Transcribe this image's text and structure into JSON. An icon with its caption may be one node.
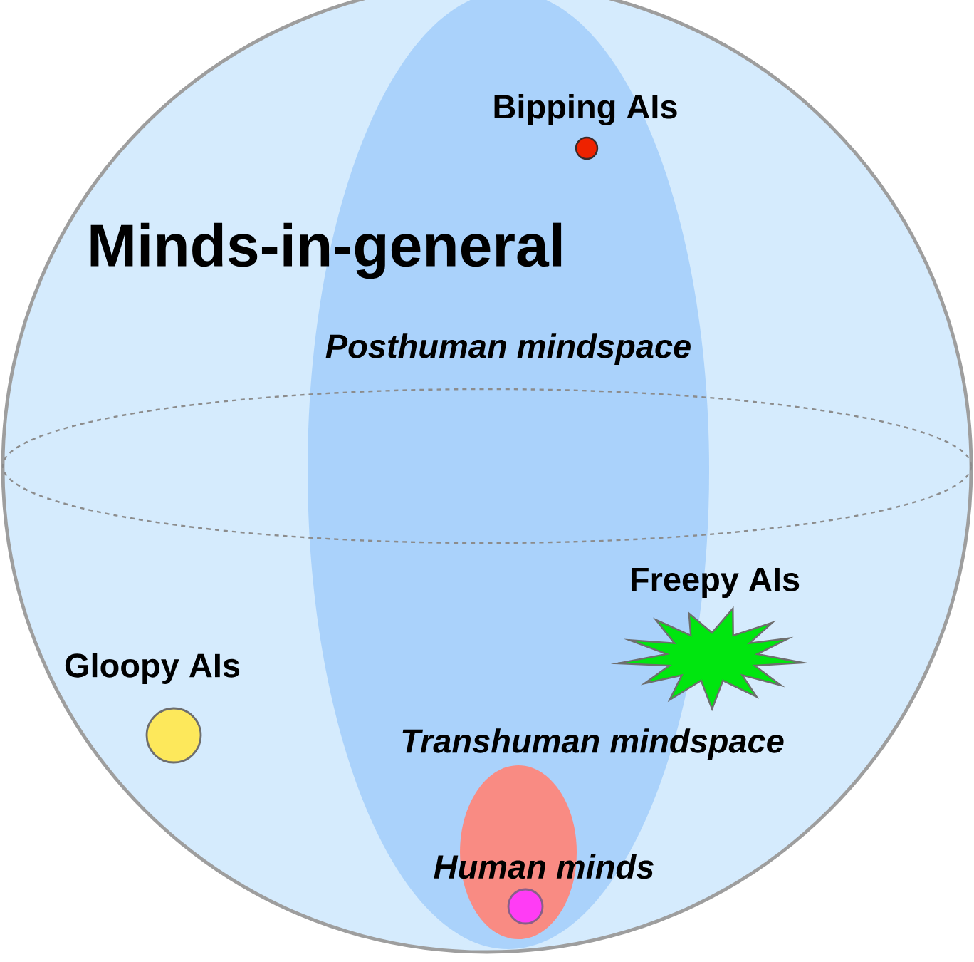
{
  "diagram": {
    "nodes": [
      {
        "text": [
          "Minds-in-general"
        ]
      },
      {
        "text": [
          "Posthuman mindspace"
        ],
        "in": 0
      },
      {
        "text": [
          "Bipping AIs"
        ],
        "in": 1
      },
      {
        "text": [],
        "shape": "ellipse",
        "in": 0
      },
      {
        "text": [
          "Freepy AIs"
        ],
        "in": 0
      },
      {
        "text": [
          "Gloopy AIs"
        ],
        "in": 0
      },
      {
        "text": [
          "Transhuman mindspace"
        ],
        "in": 1
      },
      {
        "text": [
          "Human minds"
        ],
        "in": 6
      }
    ]
  }
}
